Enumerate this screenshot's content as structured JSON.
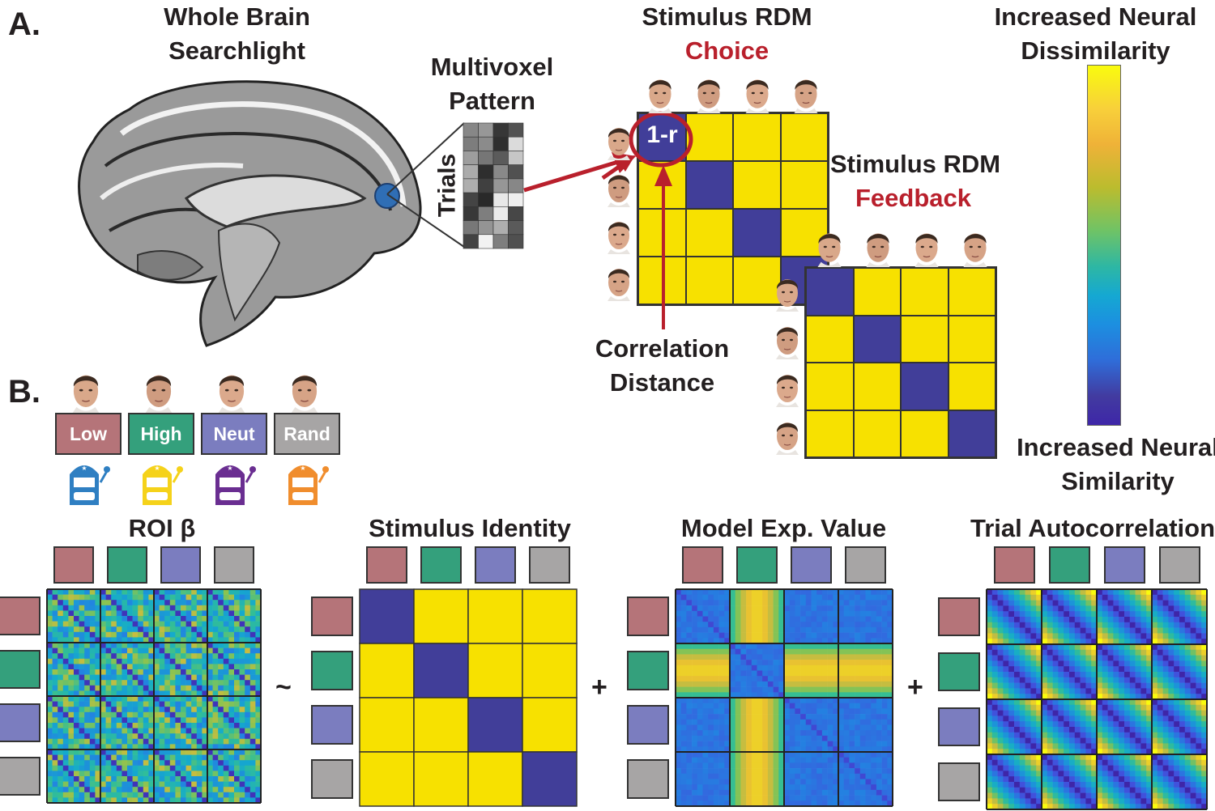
{
  "panels": {
    "a": "A.",
    "b": "B."
  },
  "searchlight": {
    "title_line1": "Whole Brain",
    "title_line2": "Searchlight"
  },
  "pattern": {
    "title_line1": "Multivoxel",
    "title_line2": "Pattern",
    "axis": "Trials"
  },
  "rdm_choice": {
    "title_line1": "Stimulus RDM",
    "title_line2": "Choice",
    "cell_label": "1-r"
  },
  "rdm_feedback": {
    "title_line1": "Stimulus RDM",
    "title_line2": "Feedback"
  },
  "correlation": {
    "line1": "Correlation",
    "line2": "Distance"
  },
  "colorbar": {
    "top_line1": "Increased Neural",
    "top_line2": "Dissimilarity",
    "bottom_line1": "Increased Neural",
    "bottom_line2": "Similarity",
    "colormap": "parula"
  },
  "conditions": [
    {
      "label": "Low",
      "color": "#b57479",
      "machine_color": "#2f7fc2"
    },
    {
      "label": "High",
      "color": "#34a07c",
      "machine_color": "#f5d21a"
    },
    {
      "label": "Neut",
      "color": "#7b7dbf",
      "machine_color": "#6a2e91"
    },
    {
      "label": "Rand",
      "color": "#a7a5a5",
      "machine_color": "#f08d2d"
    }
  ],
  "matrices": {
    "roi": "ROI β",
    "stimulus_identity": "Stimulus Identity",
    "model_value": "Model Exp. Value",
    "autocorr": "Trial Autocorrelation"
  },
  "operators": {
    "tilde": "~",
    "plus1": "+",
    "plus2": "+"
  },
  "colors": {
    "low": "#413e99",
    "high": "#f7e100",
    "red": "#b9202c"
  }
}
